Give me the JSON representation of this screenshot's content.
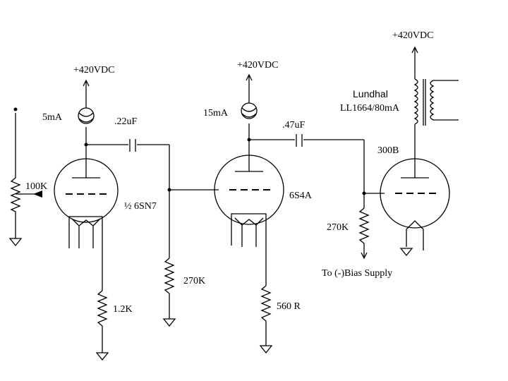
{
  "labels": {
    "supply_v1": "+420VDC",
    "supply_v2": "+420VDC",
    "supply_v3": "+420VDC",
    "current_v1": "5mA",
    "current_v2": "15mA",
    "cap1": ".22uF",
    "cap2": ".47uF",
    "pot": "100K",
    "tube1": "½  6SN7",
    "tube2": "6S4A",
    "tube3": "300B",
    "r_grid2": "270K",
    "r_grid3": "270K",
    "r_cathode1": "1.2K",
    "r_cathode2": "560 R",
    "transformer_brand": "Lundhal",
    "transformer_model": "LL1664/80mA",
    "bias": "To (-)Bias Supply"
  }
}
